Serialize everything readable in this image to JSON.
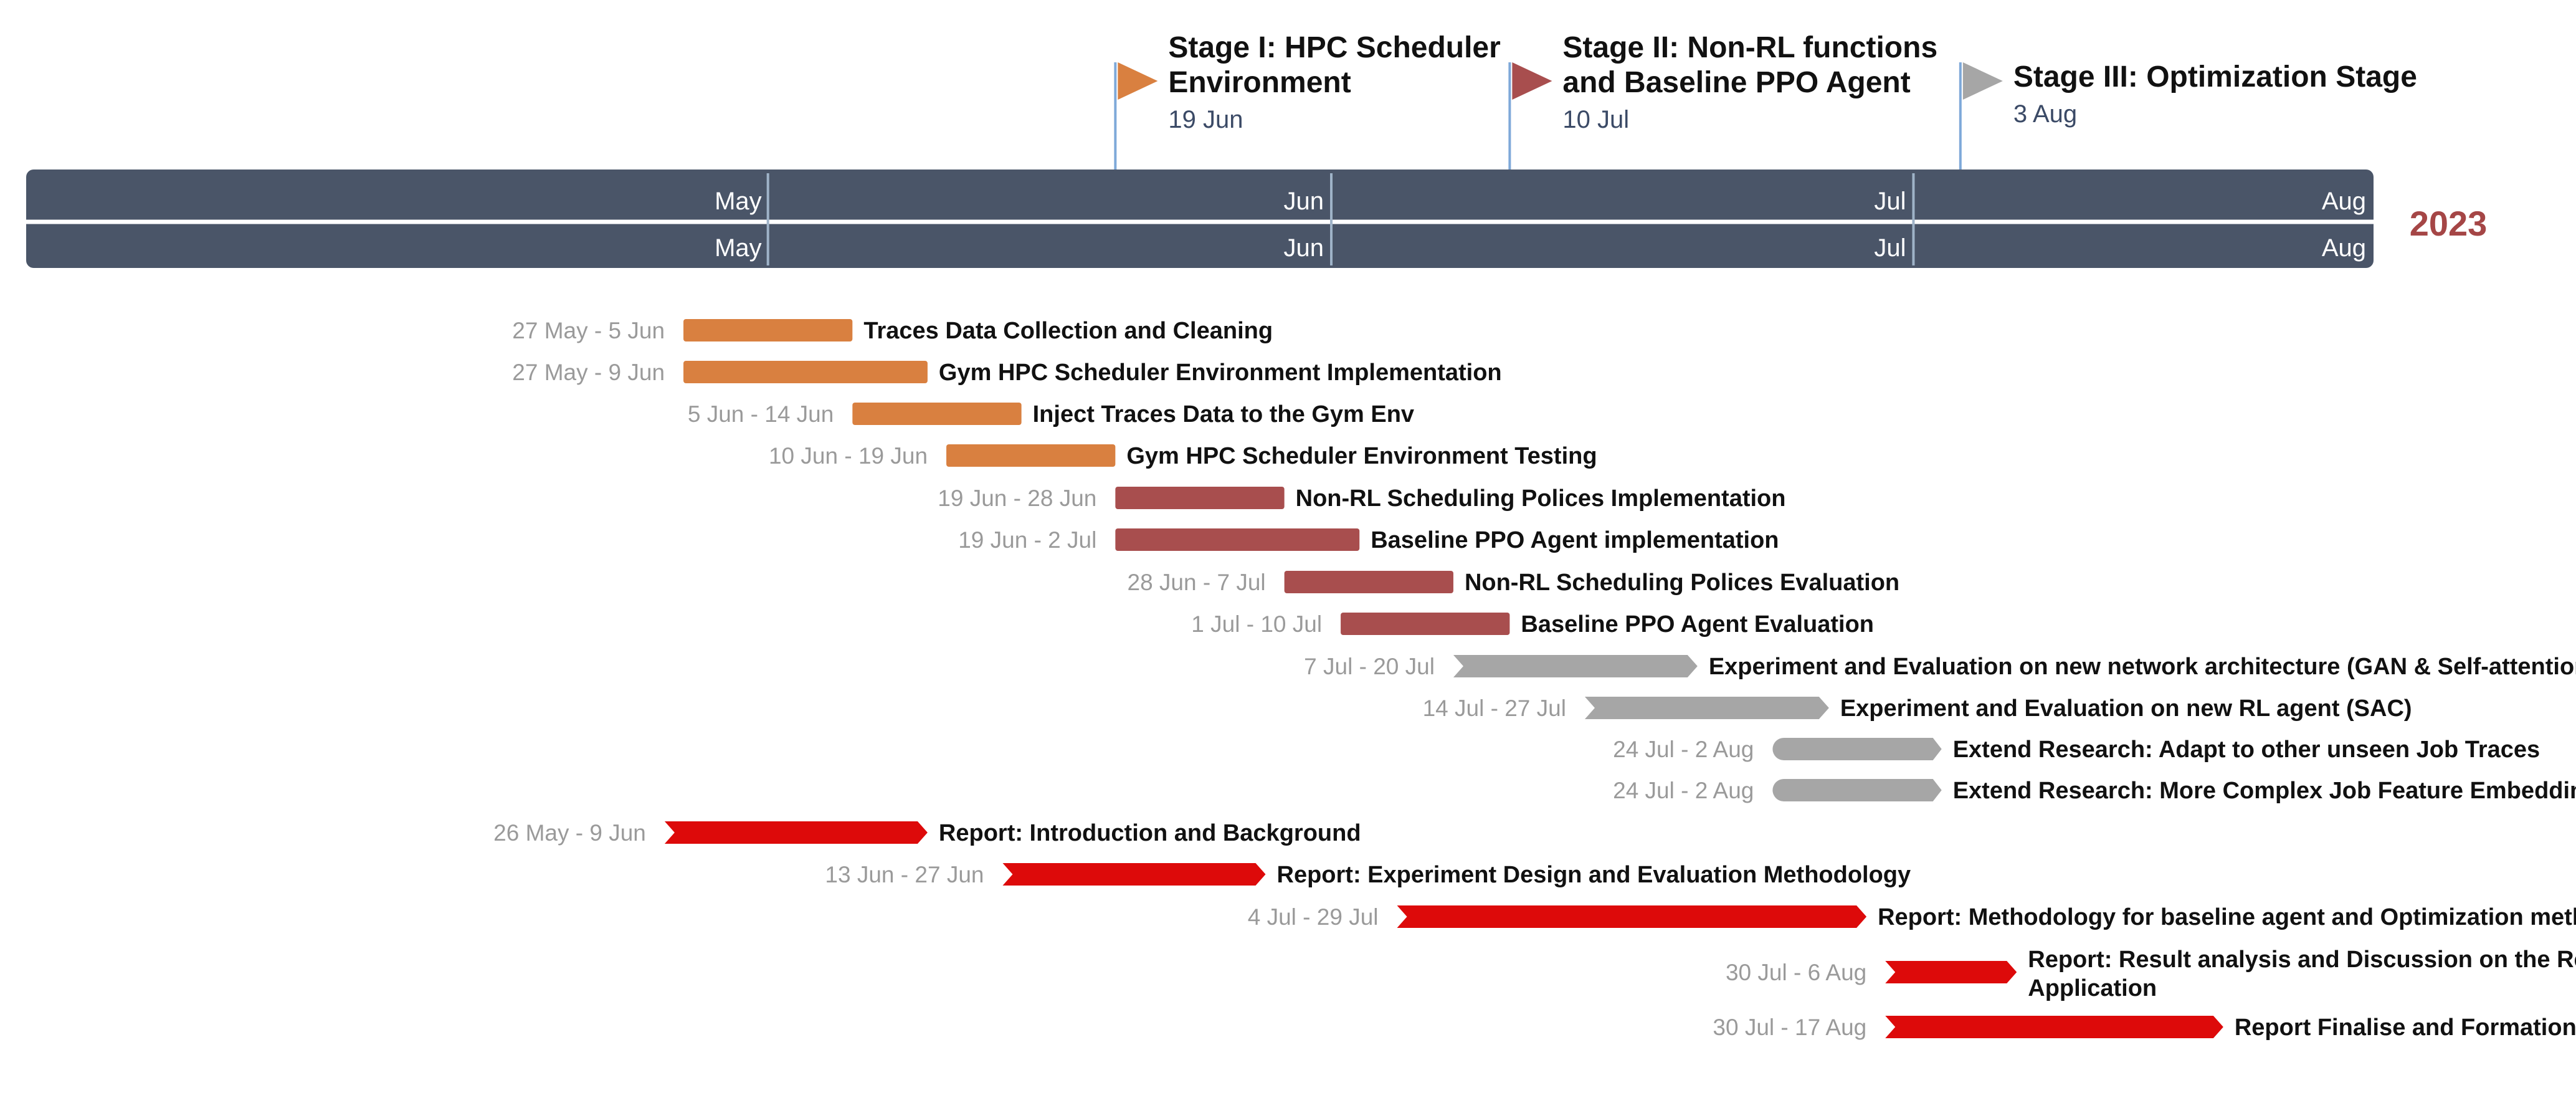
{
  "chart_data": {
    "type": "gantt",
    "year": "2023",
    "timeline": {
      "months": [
        "May",
        "Jun",
        "Jul",
        "Aug"
      ],
      "start": "2023-04-22",
      "end": "2023-08-25"
    },
    "milestones": [
      {
        "title": "Stage I: HPC Scheduler Environment",
        "title_lines": [
          "Stage I: HPC Scheduler",
          "Environment"
        ],
        "date": "2023-06-19",
        "date_label": "19 Jun",
        "color": "#d98040"
      },
      {
        "title": "Stage II: Non-RL functions and Baseline PPO Agent",
        "title_lines": [
          "Stage II: Non-RL functions",
          "and Baseline PPO Agent"
        ],
        "date": "2023-07-10",
        "date_label": "10 Jul",
        "color": "#a84e4e"
      },
      {
        "title": "Stage III: Optimization Stage",
        "title_lines": [
          "Stage III: Optimization Stage"
        ],
        "date": "2023-08-03",
        "date_label": "3 Aug",
        "color": "#a6a6a6"
      }
    ],
    "tasks": [
      {
        "label": "Traces Data Collection and Cleaning",
        "label_lines": [
          "Traces Data Collection and Cleaning"
        ],
        "start": "2023-05-27",
        "end": "2023-06-05",
        "dates": "27 May - 5 Jun",
        "style": "rect",
        "color": "#d98040"
      },
      {
        "label": "Gym HPC Scheduler Environment Implementation",
        "label_lines": [
          "Gym HPC Scheduler Environment Implementation"
        ],
        "start": "2023-05-27",
        "end": "2023-06-09",
        "dates": "27 May - 9 Jun",
        "style": "rect",
        "color": "#d98040"
      },
      {
        "label": "Inject Traces Data to the Gym Env",
        "label_lines": [
          "Inject Traces Data to the Gym Env"
        ],
        "start": "2023-06-05",
        "end": "2023-06-14",
        "dates": "5 Jun - 14 Jun",
        "style": "rect",
        "color": "#d98040"
      },
      {
        "label": "Gym HPC Scheduler Environment Testing",
        "label_lines": [
          "Gym HPC Scheduler Environment Testing"
        ],
        "start": "2023-06-10",
        "end": "2023-06-19",
        "dates": "10 Jun - 19 Jun",
        "style": "rect",
        "color": "#d98040"
      },
      {
        "label": "Non-RL Scheduling Polices Implementation",
        "label_lines": [
          "Non-RL Scheduling Polices Implementation"
        ],
        "start": "2023-06-19",
        "end": "2023-06-28",
        "dates": "19 Jun - 28 Jun",
        "style": "rect",
        "color": "#a84e4e"
      },
      {
        "label": "Baseline PPO Agent implementation",
        "label_lines": [
          "Baseline PPO Agent implementation"
        ],
        "start": "2023-06-19",
        "end": "2023-07-02",
        "dates": "19 Jun - 2 Jul",
        "style": "rect",
        "color": "#a84e4e"
      },
      {
        "label": "Non-RL Scheduling Polices Evaluation",
        "label_lines": [
          "Non-RL Scheduling Polices Evaluation"
        ],
        "start": "2023-06-28",
        "end": "2023-07-07",
        "dates": "28 Jun - 7 Jul",
        "style": "rect",
        "color": "#a84e4e"
      },
      {
        "label": "Baseline PPO Agent Evaluation",
        "label_lines": [
          "Baseline PPO Agent Evaluation"
        ],
        "start": "2023-07-01",
        "end": "2023-07-10",
        "dates": "1 Jul - 10 Jul",
        "style": "rect",
        "color": "#a84e4e"
      },
      {
        "label": "Experiment and Evaluation on new network architecture (GAN & Self-attention)",
        "label_lines": [
          "Experiment and Evaluation on new network architecture (GAN & Self-attention)"
        ],
        "start": "2023-07-07",
        "end": "2023-07-20",
        "dates": "7 Jul - 20 Jul",
        "style": "chevron",
        "color": "#a6a6a6"
      },
      {
        "label": "Experiment and Evaluation on new RL agent (SAC)",
        "label_lines": [
          "Experiment and Evaluation on new RL agent (SAC)"
        ],
        "start": "2023-07-14",
        "end": "2023-07-27",
        "dates": "14 Jul - 27 Jul",
        "style": "chevron",
        "color": "#a6a6a6"
      },
      {
        "label": "Extend Research: Adapt to other unseen Job Traces",
        "label_lines": [
          "Extend Research: Adapt to other unseen Job Traces"
        ],
        "start": "2023-07-24",
        "end": "2023-08-02",
        "dates": "24 Jul - 2 Aug",
        "style": "rounded",
        "color": "#a6a6a6"
      },
      {
        "label": "Extend Research: More Complex Job Feature Embeddings",
        "label_lines": [
          "Extend Research: More Complex Job Feature Embeddings"
        ],
        "start": "2023-07-24",
        "end": "2023-08-02",
        "dates": "24 Jul - 2 Aug",
        "style": "rounded",
        "color": "#a6a6a6"
      },
      {
        "label": "Report: Introduction and Background",
        "label_lines": [
          "Report: Introduction and Background"
        ],
        "start": "2023-05-26",
        "end": "2023-06-09",
        "dates": "26 May - 9 Jun",
        "style": "chevron",
        "color": "#dd0a0a"
      },
      {
        "label": "Report: Experiment Design and Evaluation Methodology",
        "label_lines": [
          "Report: Experiment Design and Evaluation Methodology"
        ],
        "start": "2023-06-13",
        "end": "2023-06-27",
        "dates": "13 Jun - 27 Jun",
        "style": "chevron",
        "color": "#dd0a0a"
      },
      {
        "label": "Report: Methodology for baseline agent and Optimization methods",
        "label_lines": [
          "Report: Methodology for baseline agent and Optimization methods"
        ],
        "start": "2023-07-04",
        "end": "2023-07-29",
        "dates": "4 Jul - 29 Jul",
        "style": "chevron",
        "color": "#dd0a0a"
      },
      {
        "label": "Report: Result analysis and Discussion on the Real-world Application",
        "label_lines": [
          "Report: Result analysis and Discussion on the Real-world",
          "Application"
        ],
        "start": "2023-07-30",
        "end": "2023-08-06",
        "dates": "30 Jul - 6 Aug",
        "style": "chevron",
        "color": "#dd0a0a"
      },
      {
        "label": "Report Finalise and Formation",
        "label_lines": [
          "Report Finalise and Formation"
        ],
        "start": "2023-07-30",
        "end": "2023-08-17",
        "dates": "30 Jul - 17 Aug",
        "style": "chevron",
        "color": "#dd0a0a"
      }
    ]
  },
  "colors": {
    "timeline_band": "#4a5568",
    "timeline_divider": "#9fb3c8",
    "milestone_line": "#7fa9d9",
    "year": "#a54646",
    "date_text": "#9a9a9a"
  }
}
